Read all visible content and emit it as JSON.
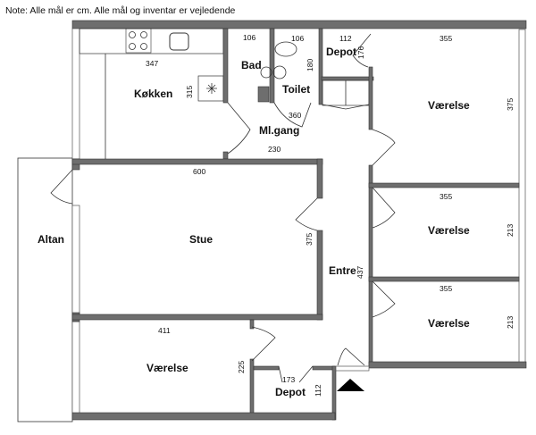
{
  "note": "Note: Alle mål er cm. Alle mål og inventar er vejledende",
  "rooms": {
    "kokken": {
      "label": "Køkken",
      "width": "347",
      "depth": "315"
    },
    "bad": {
      "label": "Bad",
      "width": "106"
    },
    "toilet": {
      "label": "Toilet",
      "width": "106",
      "depth": "180"
    },
    "depot_top": {
      "label": "Depot",
      "width": "112",
      "depth": "176"
    },
    "mlgang": {
      "label": "Ml.gang",
      "width": "360",
      "depth": "230"
    },
    "vaerelse_1": {
      "label": "Værelse",
      "width": "355",
      "depth": "375"
    },
    "stue": {
      "label": "Stue",
      "width": "600",
      "depth": "375"
    },
    "altan": {
      "label": "Altan"
    },
    "entre": {
      "label": "Entre",
      "depth": "437"
    },
    "vaerelse_2": {
      "label": "Værelse",
      "width": "355",
      "depth": "213"
    },
    "vaerelse_3": {
      "label": "Værelse",
      "width": "355",
      "depth": "213"
    },
    "vaerelse_4": {
      "label": "Værelse",
      "width": "411",
      "depth": "225"
    },
    "depot_bottom": {
      "label": "Depot",
      "width": "173",
      "depth": "112"
    }
  }
}
